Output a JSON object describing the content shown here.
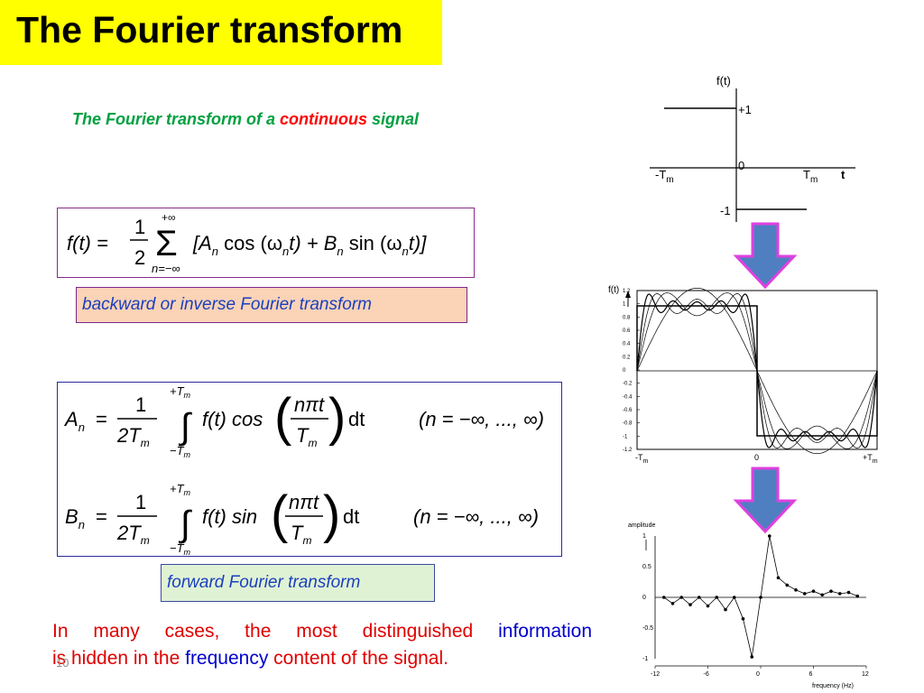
{
  "slide": {
    "title": "The Fourier transform",
    "subtitle_prefix": "The Fourier transform of a ",
    "subtitle_emph": "continuous",
    "subtitle_suffix": " signal",
    "label_backward": "backward or inverse Fourier transform",
    "label_forward": "forward Fourier transform",
    "bottom_line1_a": "In many cases, the most distinguished ",
    "bottom_line1_b": "information",
    "bottom_line2_a": "is hidden in the ",
    "bottom_line2_b": "frequency",
    "bottom_line2_c": " content of the signal.",
    "page_number": "10"
  },
  "equations": {
    "inverse": {
      "lhs": "f(t) =",
      "frac_num": "1",
      "frac_den": "2",
      "upper": "+∞",
      "lower": "n=−∞",
      "sigma": "Σ",
      "body": "[A",
      "body_n": "n",
      "cos": " cos (ω",
      "t1": "t) + B",
      "sin": " sin (ω",
      "t2": "t)]"
    },
    "an": {
      "lhs": "A",
      "frac_num": "1",
      "frac_den": "2T",
      "upper": "+T",
      "lower": "−T",
      "integrand": "f(t) cos",
      "npt": "nπt",
      "tm": "T",
      "dt": "dt",
      "range": "(n = −∞, ..., ∞)"
    },
    "bn": {
      "lhs": "B",
      "frac_num": "1",
      "frac_den": "2T",
      "upper": "+T",
      "lower": "−T",
      "integrand": "f(t) sin",
      "npt": "nπt",
      "tm": "T",
      "dt": "dt",
      "range": "(n = −∞, ..., ∞)"
    },
    "sub_n": "n",
    "sub_m": "m"
  },
  "fig_square": {
    "ylabel": "f(t)",
    "plus1": "+1",
    "minus1": "-1",
    "zero": "0",
    "neg_tm": "-T",
    "pos_tm": "T",
    "sub_m": "m",
    "tlabel": "t"
  },
  "fig_series": {
    "ylabel": "f(t)",
    "yticks": [
      "1.2",
      "1",
      "0.8",
      "0.6",
      "0.4",
      "0.2",
      "0",
      "-0.2",
      "-0.4",
      "-0.6",
      "-0.8",
      "-1",
      "-1.2"
    ],
    "xlabels": [
      "-T",
      "0",
      "+T"
    ],
    "sub_m": "m"
  },
  "chart_data": {
    "type": "scatter",
    "title": "",
    "ylabel": "amplitude",
    "xlabel": "frequency (Hz)",
    "xticks": [
      "-12",
      "-6",
      "0",
      "6",
      "12"
    ],
    "yticks": [
      "1",
      "0.5",
      "0",
      "-0.5",
      "-1"
    ],
    "xlim": [
      -12,
      12
    ],
    "ylim": [
      -1,
      1
    ],
    "x": [
      -11,
      -10,
      -9,
      -8,
      -7,
      -6,
      -5,
      -4,
      -3,
      -2,
      -1,
      0,
      1,
      2,
      3,
      4,
      5,
      6,
      7,
      8,
      9,
      10,
      11
    ],
    "y": [
      0,
      -0.1,
      0,
      -0.12,
      0,
      -0.14,
      0,
      -0.2,
      0,
      -0.35,
      -0.97,
      0,
      1.0,
      0.32,
      0.2,
      0.12,
      0.06,
      0.1,
      0.04,
      0.1,
      0.06,
      0.08,
      0.02
    ],
    "colors": {
      "marks": "#000000"
    }
  },
  "colors": {
    "title_bg": "#ffff00",
    "arrow_fill": "#4f7fc1",
    "arrow_stroke": "#e040e0"
  }
}
